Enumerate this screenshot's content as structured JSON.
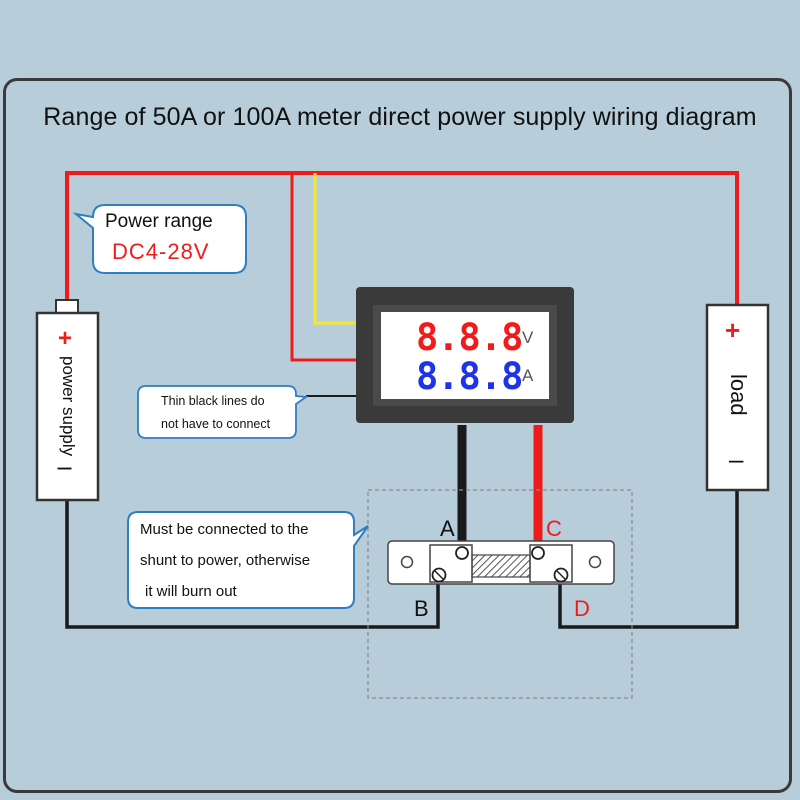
{
  "title": "Range of 50A or 100A meter direct power supply wiring diagram",
  "colors": {
    "wire_red": "#ee1b1b",
    "wire_yellow": "#f5e82a",
    "wire_black": "#1a1a1a",
    "digit_red": "#f21b1b",
    "digit_blue": "#1f33e8",
    "background": "#b7cdd9"
  },
  "power_callout": {
    "label": "Power range",
    "range": "DC4-28V"
  },
  "thin_lines_callout": {
    "line1": "Thin black lines do",
    "line2": "not have to connect"
  },
  "shunt_callout": {
    "line1": "Must be connected to the",
    "line2": "shunt to power, otherwise",
    "line3": "it will burn out"
  },
  "meter": {
    "top_digits": "8.8.8",
    "top_unit": "V",
    "bottom_digits": "8.8.8",
    "bottom_unit": "A"
  },
  "power_supply": {
    "plus": "+",
    "label": "power supply",
    "minus": "I"
  },
  "load": {
    "plus": "+",
    "label": "load",
    "minus": "–"
  },
  "terminals": {
    "a": "A",
    "b": "B",
    "c": "C",
    "d": "D"
  }
}
